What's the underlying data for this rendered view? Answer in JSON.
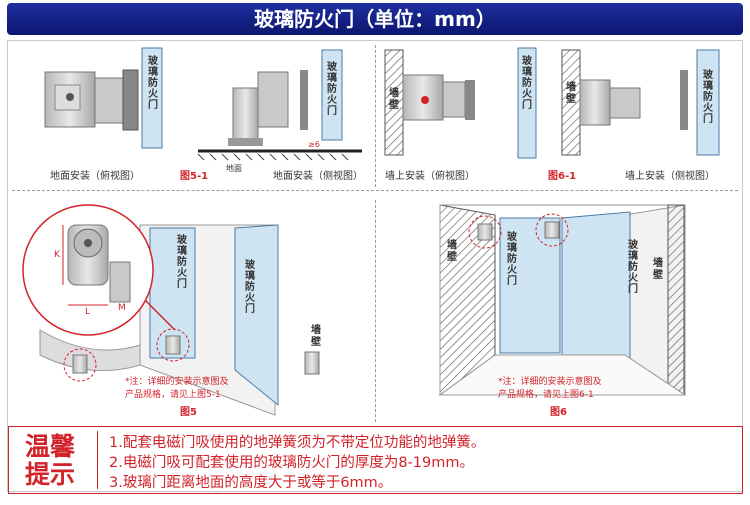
{
  "header": {
    "title": "玻璃防火门（单位：mm）"
  },
  "labels": {
    "glass_door": "玻璃防火门",
    "wall": "墙壁",
    "ground": "地面"
  },
  "figure1": {
    "caption_left": "地面安装（俯视图）",
    "fig_id": "图5-1",
    "caption_right": "地面安装（侧视图）",
    "dim": "≥6"
  },
  "figure2": {
    "caption_left": "墙上安装（俯视图）",
    "fig_id": "图6-1",
    "caption_right": "墙上安装（侧视图）"
  },
  "figure5": {
    "detail_k": "K",
    "detail_l": "L",
    "detail_m": "M",
    "note_line1": "*注：详细的安装示意图及",
    "note_line2": "产品规格，请见上图5-1",
    "fig_id": "图5"
  },
  "figure6": {
    "note_line1": "*注：详细的安装示意图及",
    "note_line2": "产品规格，请见上图6-1",
    "fig_id": "图6"
  },
  "tips": {
    "title_line1": "温馨",
    "title_line2": "提示",
    "items": [
      "1.配套电磁门吸使用的地弹簧须为不带定位功能的地弹簧。",
      "2.电磁门吸可配套使用的玻璃防火门的厚度为8-19mm。",
      "3.玻璃门距离地面的高度大于或等于6mm。"
    ]
  },
  "colors": {
    "header_bg": "#0b1670",
    "accent_red": "#d2232a",
    "glass": "#cfe4f2"
  }
}
